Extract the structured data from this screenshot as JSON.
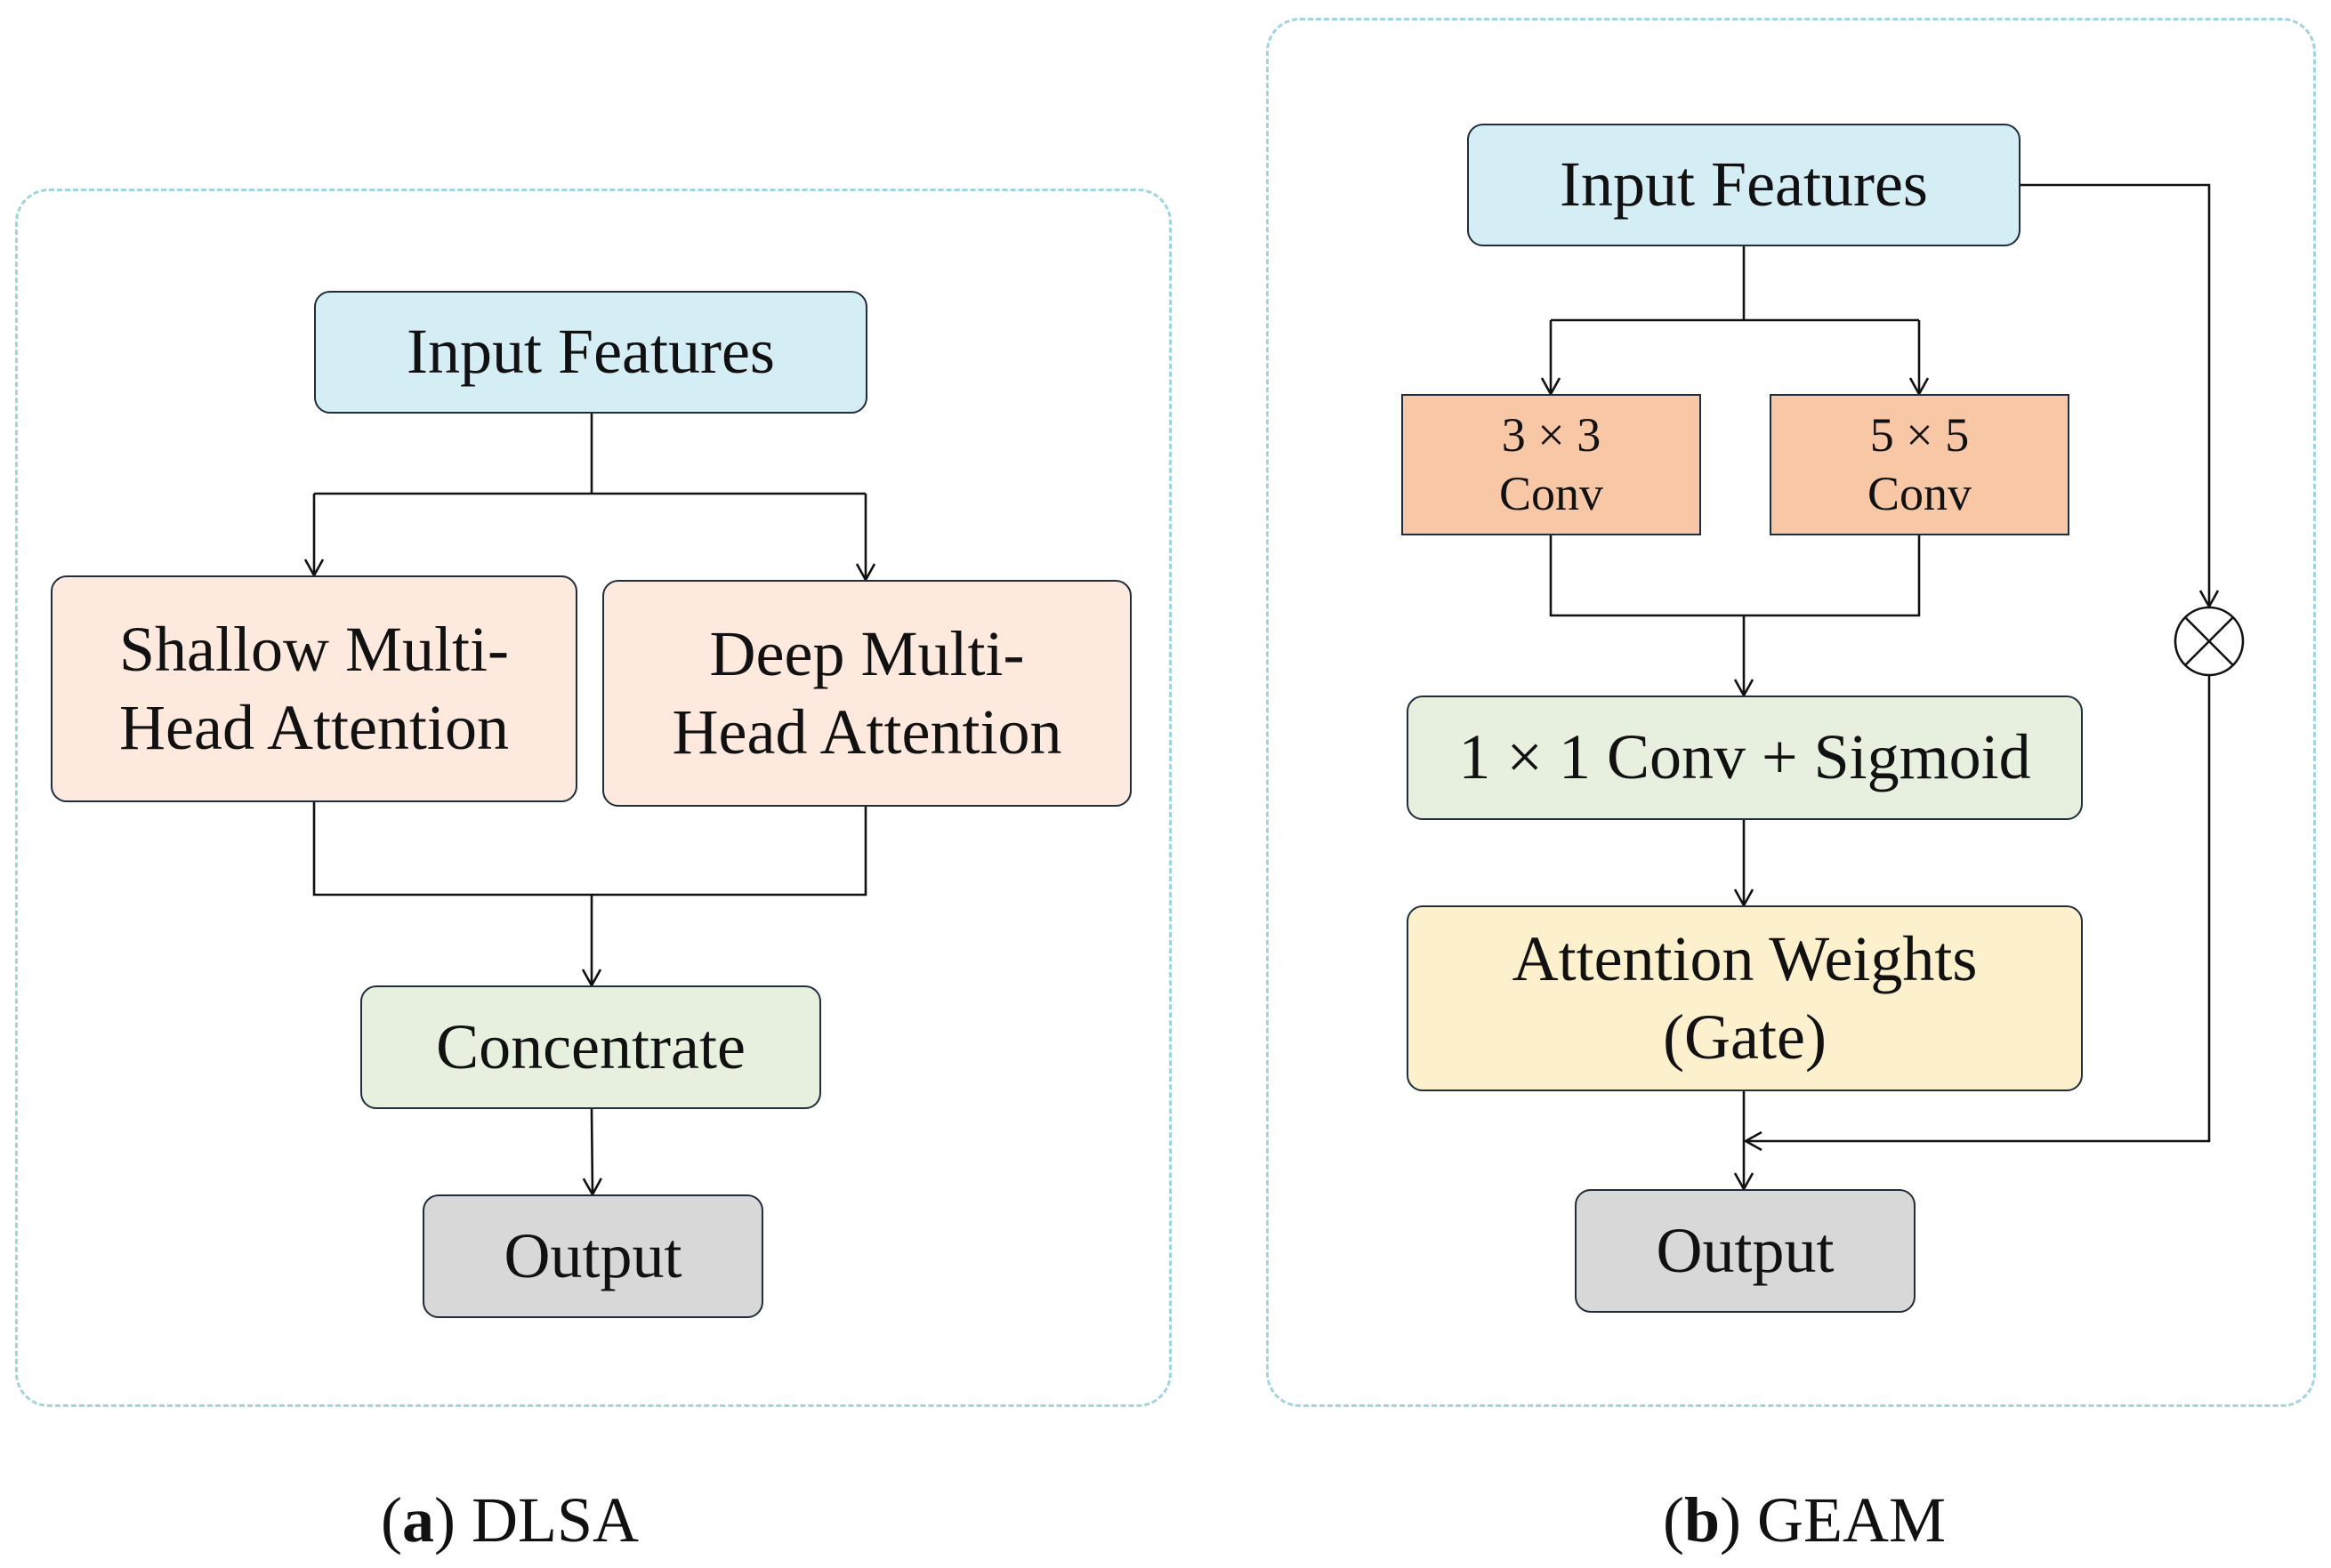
{
  "panel_a": {
    "input_features": "Input Features",
    "shallow_attention": "Shallow Multi-\nHead Attention",
    "deep_attention": "Deep Multi-\nHead Attention",
    "concentrate": "Concentrate",
    "output": "Output",
    "caption_letter": "a",
    "caption_name": "DLSA"
  },
  "panel_b": {
    "input_features": "Input Features",
    "conv3": "3 × 3\nConv",
    "conv5": "5 × 5\nConv",
    "conv1_sigmoid": "1 × 1 Conv + Sigmoid",
    "attention_weights": "Attention Weights\n(Gate)",
    "output": "Output",
    "multiply_symbol": "⊗",
    "caption_letter": "b",
    "caption_name": "GEAM"
  }
}
